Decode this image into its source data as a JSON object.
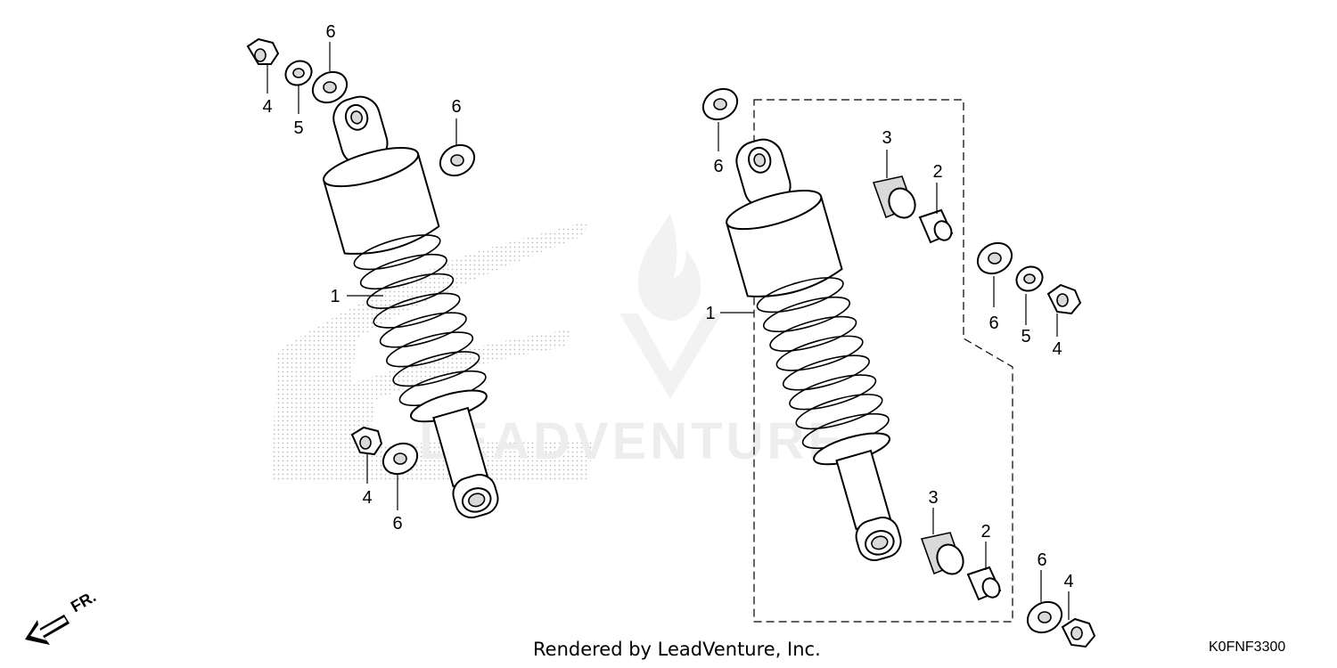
{
  "diagram": {
    "code": "K0FNF3300",
    "credit": "Rendered by LeadVenture, Inc.",
    "direction_label": "FR."
  },
  "callouts": {
    "left": {
      "upper_nut": "4",
      "upper_washer_small": "5",
      "upper_washer_large": "6",
      "side_washer": "6",
      "shock": "1",
      "lower_nut": "4",
      "lower_washer": "6"
    },
    "right": {
      "upper_washer": "6",
      "upper_bushing": "3",
      "upper_collar": "2",
      "shock": "1",
      "outer_washer_large": "6",
      "outer_washer_small": "5",
      "outer_nut": "4",
      "lower_bushing": "3",
      "lower_collar": "2",
      "lower_washer": "6",
      "lower_nut": "4"
    }
  }
}
